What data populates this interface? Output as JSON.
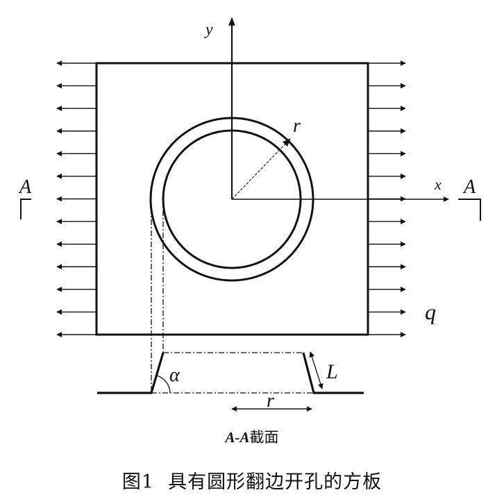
{
  "labels": {
    "y_axis": "y",
    "x_axis": "x",
    "radius": "r",
    "section_left": "A",
    "section_right": "A",
    "load": "q",
    "angle": "α",
    "flange_length": "L",
    "section_radius": "r"
  },
  "section_caption": {
    "prefix": "A-A",
    "suffix": "截面"
  },
  "figure_caption": {
    "number": "图1",
    "title": "具有圆形翻边开孔的方板"
  },
  "colors": {
    "line": "#111111"
  }
}
